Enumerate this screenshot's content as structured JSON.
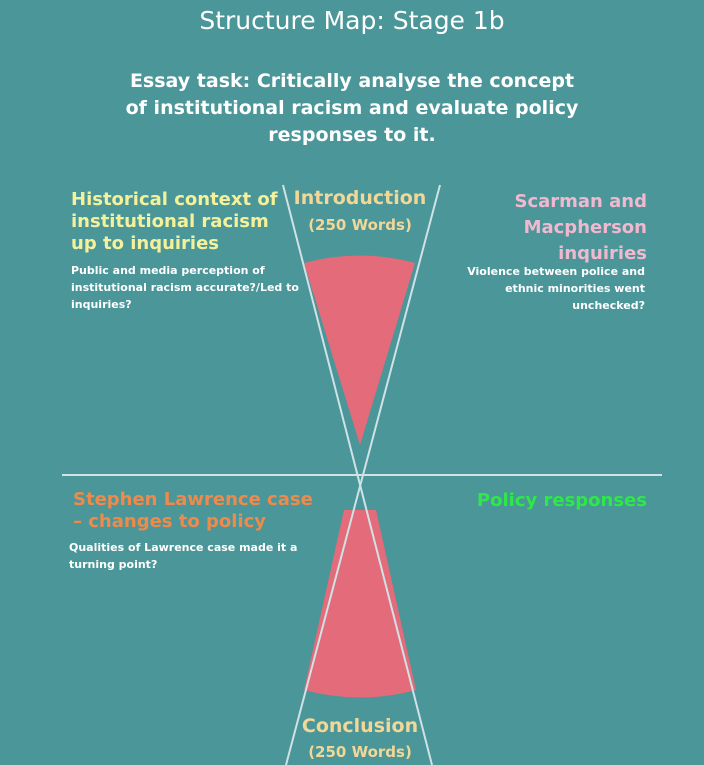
{
  "title": "Structure Map: Stage 1b",
  "task": "Essay task: Critically analyse the concept of institutional racism and evaluate policy responses to it.",
  "introduction": {
    "label": "Introduction",
    "words": "(250 Words)"
  },
  "conclusion": {
    "label": "Conclusion",
    "words": "(250 Words)"
  },
  "quadrants": {
    "top_left": {
      "heading": "Historical context of institutional racism up to inquiries",
      "note": "Public and media perception of institutional racism accurate?/Led to inquiries?"
    },
    "top_right": {
      "heading": "Scarman and Macpherson inquiries",
      "note": "Violence between police and ethnic minorities went unchecked?"
    },
    "bottom_left": {
      "heading": "Stephen Lawrence case – changes to policy",
      "note": "Qualities of Lawrence case made it a turning point?"
    },
    "bottom_right": {
      "heading": "Policy responses"
    }
  },
  "colors": {
    "background": "#4a9699",
    "wedge": "#e46b7a",
    "lines": "#cfe3e6",
    "top_left_heading": "#f4f19a",
    "top_right_heading": "#f2b8cf",
    "bottom_left_heading": "#f08a4b",
    "bottom_right_heading": "#2ee84a",
    "center_label": "#f2d796"
  }
}
